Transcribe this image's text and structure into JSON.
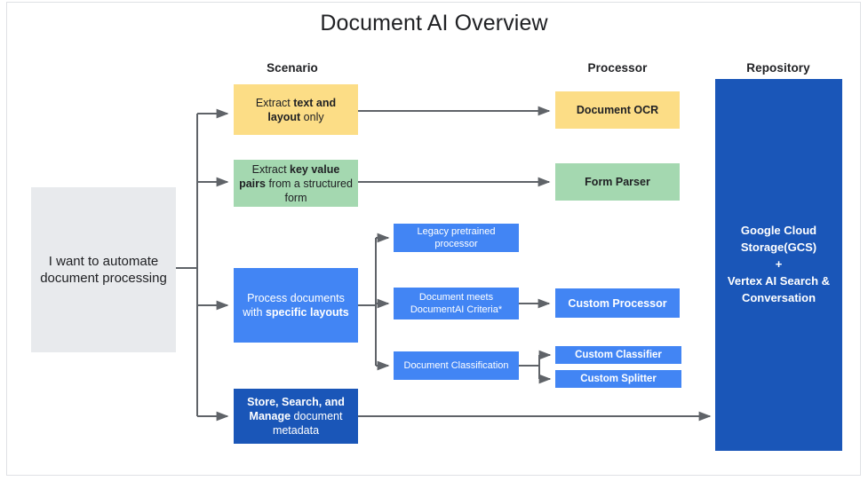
{
  "title": "Document AI Overview",
  "columns": {
    "scenario": "Scenario",
    "processor": "Processor",
    "repository": "Repository"
  },
  "source": {
    "label": "I want to automate document processing",
    "color": "#e8eaed"
  },
  "scenarios": [
    {
      "id": "extract-text-layout",
      "text_pre": "Extract ",
      "text_bold": "text and layout",
      "text_post": " only",
      "color": "#fcdd86"
    },
    {
      "id": "extract-key-value",
      "text_pre": "Extract ",
      "text_bold": "key value pairs",
      "text_post": " from a structured form",
      "color": "#a4d8b0"
    },
    {
      "id": "process-specific-layouts",
      "text_pre": "Process documents with ",
      "text_bold": "specific layouts",
      "text_post": "",
      "color": "#4285f4"
    },
    {
      "id": "store-search-manage",
      "text_pre": "",
      "text_bold": "Store, Search, and Manage",
      "text_post": " document metadata",
      "color": "#1a56b8"
    }
  ],
  "middle": [
    {
      "id": "legacy-pretrained-processor",
      "label": "Legacy pretrained processor",
      "color": "#4285f4"
    },
    {
      "id": "document-meets-criteria",
      "label": "Document meets DocumentAI Criteria*",
      "color": "#4285f4"
    },
    {
      "id": "document-classification",
      "label": "Document Classification",
      "color": "#4285f4"
    }
  ],
  "processors": [
    {
      "id": "document-ocr",
      "label": "Document OCR",
      "color": "#fcdd86"
    },
    {
      "id": "form-parser",
      "label": "Form Parser",
      "color": "#a4d8b0"
    },
    {
      "id": "custom-processor",
      "label": "Custom Processor",
      "color": "#4285f4"
    },
    {
      "id": "custom-classifier",
      "label": "Custom Classifier",
      "color": "#4285f4"
    },
    {
      "id": "custom-splitter",
      "label": "Custom Splitter",
      "color": "#4285f4"
    }
  ],
  "repository": {
    "line1": "Google Cloud",
    "line2": "Storage(GCS)",
    "line3": "+",
    "line4": "Vertex AI Search &",
    "line5": "Conversation",
    "color": "#1a56b8"
  },
  "connector_color": "#5f6368"
}
